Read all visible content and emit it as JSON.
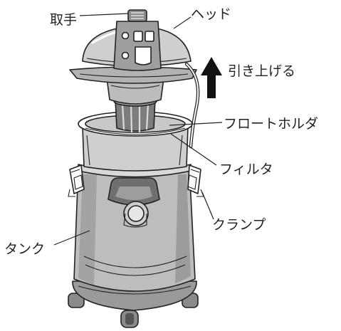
{
  "labels": {
    "handle": "取手",
    "head": "ヘッド",
    "lift_up": "引き上げる",
    "float_holder": "フロートホルダ",
    "filter": "フィルタ",
    "clamp": "クランプ",
    "tank": "タンク"
  }
}
